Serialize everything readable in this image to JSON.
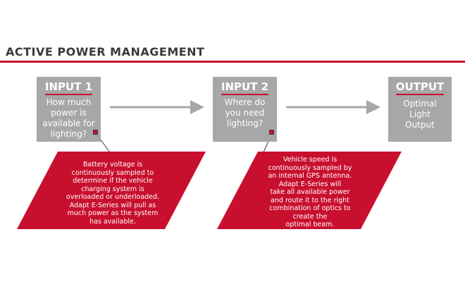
{
  "title": "ACTIVE POWER MANAGEMENT",
  "inputs": [
    {
      "heading": "INPUT 1",
      "lines": [
        "How much",
        "power is",
        "available for",
        "lighting?"
      ]
    },
    {
      "heading": "INPUT 2",
      "lines": [
        "Where do",
        "you need",
        "lighting?"
      ]
    }
  ],
  "output": {
    "heading": "OUTPUT",
    "lines": [
      "Optimal",
      "Light",
      "Output"
    ]
  },
  "callouts": [
    {
      "lines": [
        "Battery voltage is",
        "continuously sampled to",
        "determine if the vehicle",
        "charging system is",
        "overloaded or underloaded.",
        "Adapt E-Series will pull as",
        "much power as the system",
        "has available."
      ]
    },
    {
      "lines": [
        "Vehicle speed is",
        "continuously sampled by",
        "an internal GPS antenna.",
        "Adapt E-Series will",
        "take all available power",
        "and route it to the right",
        "combination of optics to",
        "create the",
        "optimal beam."
      ]
    }
  ],
  "colors": {
    "accent": "#c8102e",
    "box": "#a7a7a9",
    "arrow": "#a7a7a9",
    "title": "#3a3a3a"
  }
}
